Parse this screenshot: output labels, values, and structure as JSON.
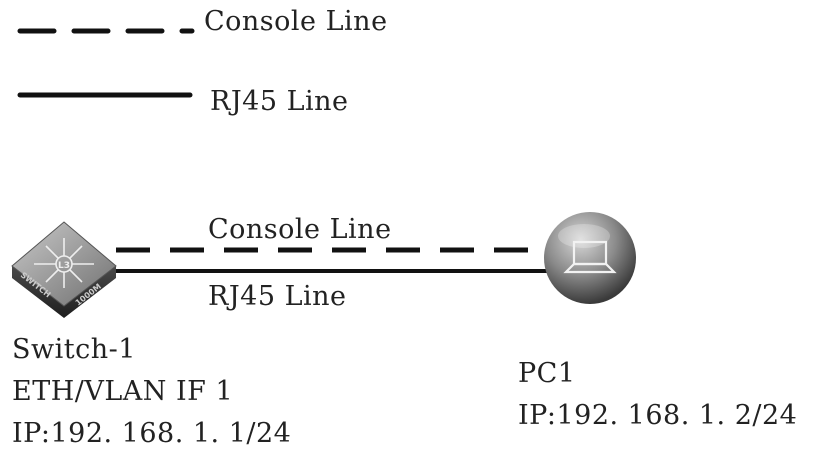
{
  "legend": {
    "items": [
      {
        "style": "dashed",
        "label": "Console Line"
      },
      {
        "style": "solid",
        "label": "RJ45 Line"
      }
    ]
  },
  "devices": {
    "switch": {
      "name": "Switch-1",
      "interface": "ETH/VLAN IF 1",
      "ip": "IP:192. 168. 1. 1/24",
      "icon": "l3-switch-icon",
      "icon_badge": "L3",
      "icon_side_left": "SWITCH",
      "icon_side_right": "1000M"
    },
    "pc": {
      "name": "PC1",
      "ip": "IP:192. 168. 1. 2/24",
      "icon": "laptop-icon"
    }
  },
  "links": [
    {
      "from": "Switch-1",
      "to": "PC1",
      "style": "dashed",
      "label": "Console Line"
    },
    {
      "from": "Switch-1",
      "to": "PC1",
      "style": "solid",
      "label": "RJ45 Line"
    }
  ]
}
